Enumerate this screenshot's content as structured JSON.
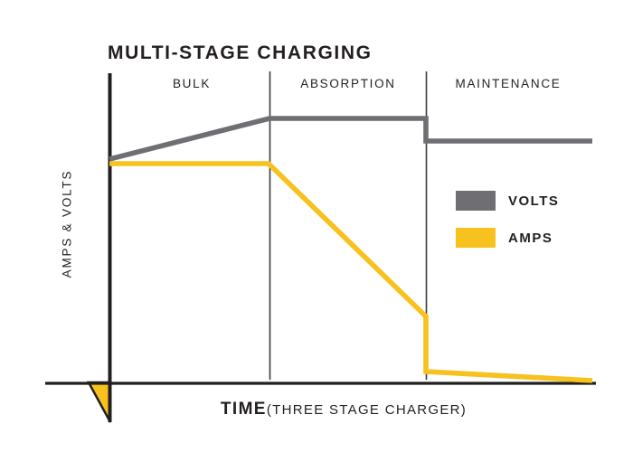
{
  "chart_data": {
    "type": "line",
    "title": "MULTI-STAGE CHARGING",
    "xlabel_main": "TIME",
    "xlabel_sub": "(THREE STAGE CHARGER)",
    "ylabel": "AMPS & VOLTS",
    "grid": false,
    "legend_position": "center-right",
    "axis_ranges": {
      "x": [
        0,
        100
      ],
      "y": [
        0,
        100
      ]
    },
    "stages": [
      {
        "label": "BULK",
        "x_start": 0,
        "x_end": 33
      },
      {
        "label": "ABSORPTION",
        "x_start": 33,
        "x_end": 65
      },
      {
        "label": "MAINTENANCE",
        "x_start": 65,
        "x_end": 100
      }
    ],
    "stage_divider_x": [
      33,
      65
    ],
    "series": [
      {
        "name": "VOLTS",
        "color": "#6e6e73",
        "points": [
          {
            "x": 0,
            "y": 72
          },
          {
            "x": 33,
            "y": 85
          },
          {
            "x": 65,
            "y": 85
          },
          {
            "x": 65,
            "y": 78
          },
          {
            "x": 100,
            "y": 78
          }
        ]
      },
      {
        "name": "AMPS",
        "color": "#f7c11e",
        "points": [
          {
            "x": 0,
            "y": 71
          },
          {
            "x": 33,
            "y": 71
          },
          {
            "x": 65,
            "y": 21
          },
          {
            "x": 65,
            "y": 4
          },
          {
            "x": 100,
            "y": 1
          }
        ]
      }
    ],
    "legend": [
      {
        "label": "VOLTS",
        "color": "#6e6e73"
      },
      {
        "label": "AMPS",
        "color": "#f7c11e"
      }
    ],
    "annotations": [
      {
        "name": "origin-wedge",
        "shape": "triangle",
        "color": "#f7c11e"
      }
    ],
    "colors": {
      "volts": "#6e6e73",
      "amps": "#f7c11e",
      "axis": "#231f20",
      "divider": "#3a3a3a",
      "background": "#ffffff"
    }
  }
}
